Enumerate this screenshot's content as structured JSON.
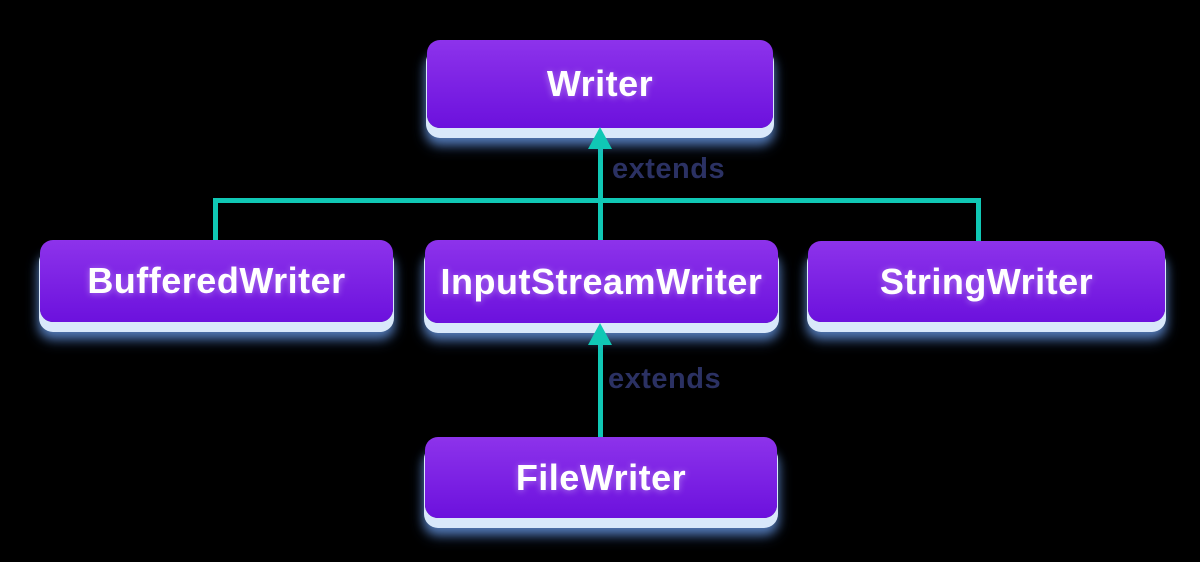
{
  "diagram": {
    "type": "class-hierarchy",
    "nodes": [
      {
        "id": "writer",
        "label": "Writer"
      },
      {
        "id": "buffered-writer",
        "label": "BufferedWriter"
      },
      {
        "id": "input-stream-writer",
        "label": "InputStreamWriter"
      },
      {
        "id": "string-writer",
        "label": "StringWriter"
      },
      {
        "id": "file-writer",
        "label": "FileWriter"
      }
    ],
    "edges": [
      {
        "from": "BufferedWriter",
        "to": "Writer",
        "label": ""
      },
      {
        "from": "InputStreamWriter",
        "to": "Writer",
        "label": "extends"
      },
      {
        "from": "StringWriter",
        "to": "Writer",
        "label": ""
      },
      {
        "from": "FileWriter",
        "to": "InputStreamWriter",
        "label": "extends"
      }
    ]
  },
  "colors": {
    "node-top": "#8d33eb",
    "node-bottom": "#6c11dd",
    "node-text": "#ffffff",
    "node-plate": "#d9e8fa",
    "connector": "#10c8b5",
    "edge-label": "#2b3163",
    "background": "#000000"
  }
}
